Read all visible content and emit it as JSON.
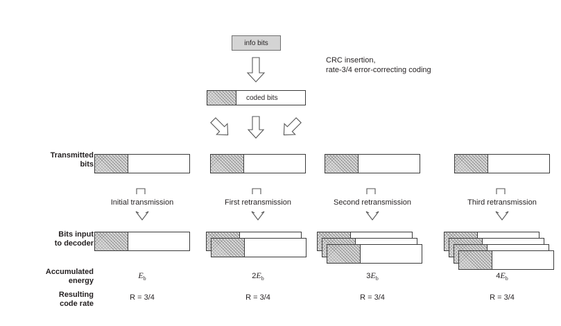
{
  "diagram": {
    "title_boxes": {
      "info_bits": "info bits",
      "coded_bits": "coded bits"
    },
    "annotation": {
      "line1": "CRC insertion,",
      "line2": "rate-3/4 error-correcting coding"
    },
    "row_labels": [
      {
        "line1": "Transmitted",
        "line2": "bits"
      },
      {
        "line1": "Bits input",
        "line2": "to decoder"
      },
      {
        "line1": "Accumulated",
        "line2": "energy"
      },
      {
        "line1": "Resulting",
        "line2": "code rate"
      }
    ],
    "columns": [
      {
        "stage_label": "Initial transmission",
        "accumulated_energy_prefix": "",
        "accumulated_energy_symbol": "E",
        "accumulated_energy_sub": "b",
        "code_rate": "R = 3/4",
        "decoder_copies": 1
      },
      {
        "stage_label": "First retransmission",
        "accumulated_energy_prefix": "2",
        "accumulated_energy_symbol": "E",
        "accumulated_energy_sub": "b",
        "code_rate": "R = 3/4",
        "decoder_copies": 2
      },
      {
        "stage_label": "Second retransmission",
        "accumulated_energy_prefix": "3",
        "accumulated_energy_symbol": "E",
        "accumulated_energy_sub": "b",
        "code_rate": "R = 3/4",
        "decoder_copies": 3
      },
      {
        "stage_label": "Third retransmission",
        "accumulated_energy_prefix": "4",
        "accumulated_energy_symbol": "E",
        "accumulated_energy_sub": "b",
        "code_rate": "R = 3/4",
        "decoder_copies": 4
      }
    ],
    "icons": {
      "arrow_down_info_to_coded": "block-arrow-down-icon",
      "arrow_down_left": "block-arrow-down-left-icon",
      "arrow_down_center": "block-arrow-down-icon",
      "arrow_down_right": "block-arrow-down-right-icon",
      "arrow_stage_shaft": "arrow-shaft-icon",
      "arrow_stage_head": "arrow-head-down-icon"
    },
    "colors": {
      "info_box_fill": "#d4d4d4",
      "box_stroke": "#3a3a3a",
      "hatch_fill": "#d9d9d9",
      "text": "#231f20",
      "background": "#ffffff"
    }
  }
}
